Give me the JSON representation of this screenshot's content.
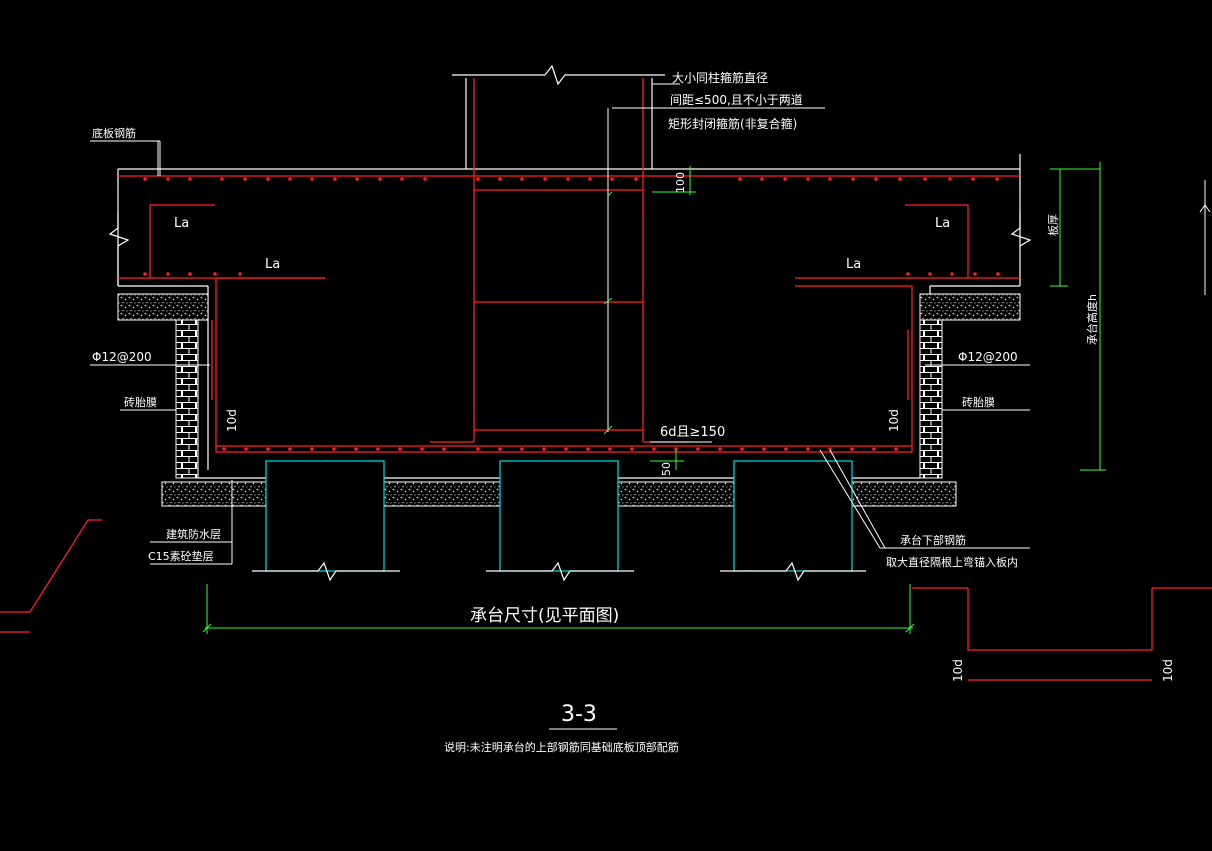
{
  "colors": {
    "background": "#000000",
    "rebar": "#ff2020",
    "structure": "#ffffff",
    "dimension": "#33ff33",
    "pile": "#00e0e0",
    "leader": "#ffffff"
  },
  "labels": {
    "column_rebar_dia": "大小同柱箍筋直径",
    "spacing_note": "间距≤500,且不小于两道",
    "closed_stirrup": "矩形封闭箍筋(非复合箍)",
    "bottom_slab_rebar": "底板钢筋",
    "la_top_left": "La",
    "la_mid_left": "La",
    "la_top_right": "La",
    "la_mid_right": "La",
    "dim_100": "100",
    "slab_thickness": "板厚",
    "cap_height": "承台高度h",
    "rebar_left": "Φ12@200",
    "rebar_right": "Φ12@200",
    "brick_left": "砖胎膜",
    "brick_right": "砖胎膜",
    "ten_d_left": "10d",
    "ten_d_right": "10d",
    "six_d": "6d且≥150",
    "dim_50": "50",
    "waterproof": "建筑防水层",
    "c15": "C15素砼垫层",
    "bottom_rebar": "承台下部钢筋",
    "bottom_rebar_note": "取大直径隔根上弯锚入板内",
    "cap_size": "承台尺寸(见平面图)",
    "detail_ten_d_left": "10d",
    "detail_ten_d_right": "10d",
    "section_title": "3-3",
    "note": "说明:未注明承台的上部钢筋同基础底板顶部配筋"
  }
}
